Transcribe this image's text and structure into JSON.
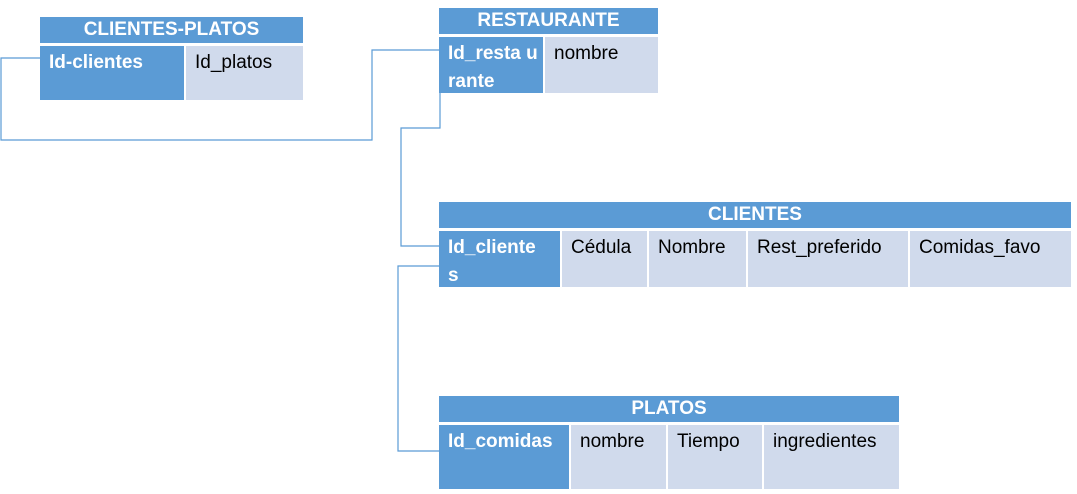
{
  "tables": {
    "clientes_platos": {
      "title": "CLIENTES-PLATOS",
      "key": "Id-clientes",
      "fields": [
        "Id_platos"
      ]
    },
    "restaurante": {
      "title": "RESTAURANTE",
      "key": "Id_resta urante",
      "fields": [
        "nombre"
      ]
    },
    "clientes": {
      "title": "CLIENTES",
      "key": "Id_cliente s",
      "fields": [
        "Cédula",
        "Nombre",
        "Rest_preferido",
        "Comidas_favo"
      ]
    },
    "platos": {
      "title": "PLATOS",
      "key": "Id_comidas",
      "fields": [
        "nombre",
        "Tiempo",
        "ingredientes"
      ]
    }
  },
  "colors": {
    "header": "#5b9bd5",
    "field": "#d0daec",
    "connector": "#5b9bd5"
  }
}
